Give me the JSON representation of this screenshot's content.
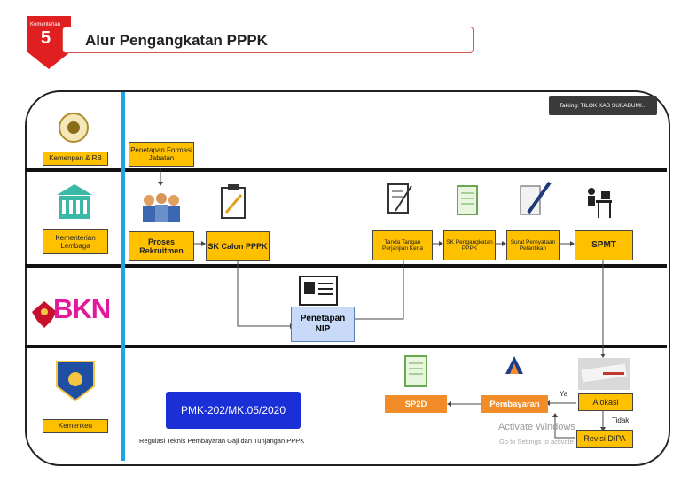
{
  "header": {
    "number": "5",
    "small_label": "Kementerian",
    "title": "Alur Pengangkatan PPPK"
  },
  "overlay": {
    "talking": "Talking: TILOK KAB SUKABUMI..."
  },
  "rows": {
    "row1_label": "Kemenpan & RB",
    "row2_label": "Kementerian Lembaga",
    "row3_brand": "BKN",
    "row4_label": "Kemenkeu"
  },
  "steps": {
    "penetapan_formasi": "Penetapan Formasi Jabatan",
    "proses_rekruitmen": "Proses Rekruitmen",
    "sk_calon": "SK Calon PPPK",
    "tanda_tangan": "Tanda Tangan Perjanjian Kerja",
    "sk_pengangkatan": "SK Pengangkatan PPPK",
    "surat_pernyataan": "Surat Pernyataan Pelantikan",
    "spmt": "SPMT",
    "penetapan_nip": "Penetapan NIP",
    "alokasi": "Alokasi",
    "revisi_dipa": "Revisi DIPA",
    "pembayaran": "Pembayaran",
    "sp2d": "SP2D"
  },
  "decisions": {
    "ya": "Ya",
    "tidak": "Tidak"
  },
  "span_logo": "span",
  "regulation": {
    "code": "PMK-202/MK.05/2020",
    "caption": "Regulasi Teknis Pembayaran Gaji dan Tunjangan PPPK"
  },
  "watermark": {
    "line1": "Activate Windows",
    "line2": "Go to Settings to activate"
  },
  "colors": {
    "accent_orange": "#f28c28",
    "box_yellow": "#ffc000",
    "separator_blue": "#1ea5e6",
    "bkn_magenta": "#e3199b",
    "pmk_blue": "#1a2fd6",
    "header_red": "#e02020"
  }
}
